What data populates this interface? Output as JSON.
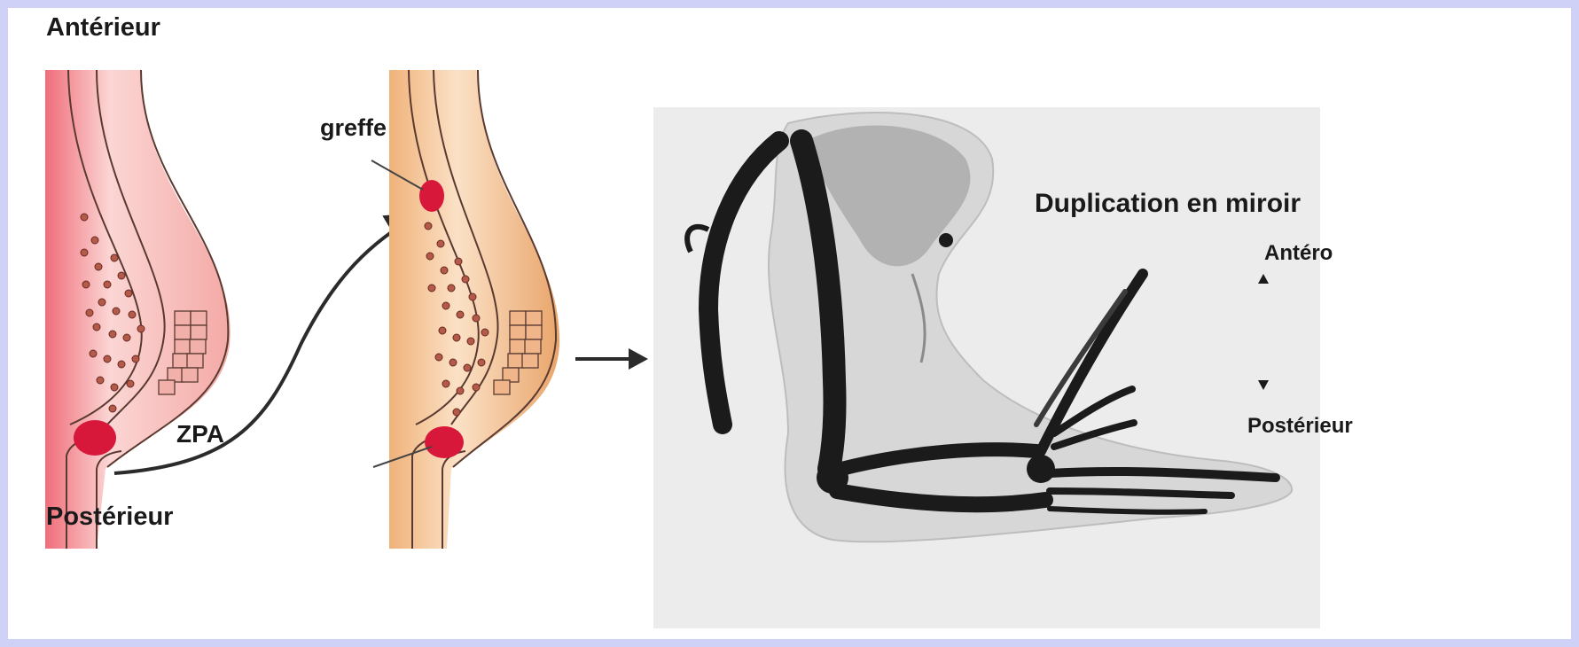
{
  "labels": {
    "anterior": "Antérieur",
    "posterior": "Postérieur",
    "graft": "greffe",
    "zpa": "ZPA",
    "mirror_duplication": "Duplication en miroir",
    "antero": "Antéro",
    "posterior_right": "Postérieur"
  },
  "colors": {
    "border": "#cfd2f6",
    "limb_pink": "#f3a6a6",
    "limb_orange": "#eab07a",
    "zpa_red": "#d8183a",
    "cell_dot": "#8b3b2e",
    "cartilage": "#1b1b1b",
    "photo_bg": "#ececec"
  },
  "icons": {
    "arrow_to_photo": "arrow-right-icon",
    "transplant_arrow": "curved-arrow-icon",
    "up_marker": "triangle-up-icon",
    "down_marker": "triangle-down-icon"
  }
}
